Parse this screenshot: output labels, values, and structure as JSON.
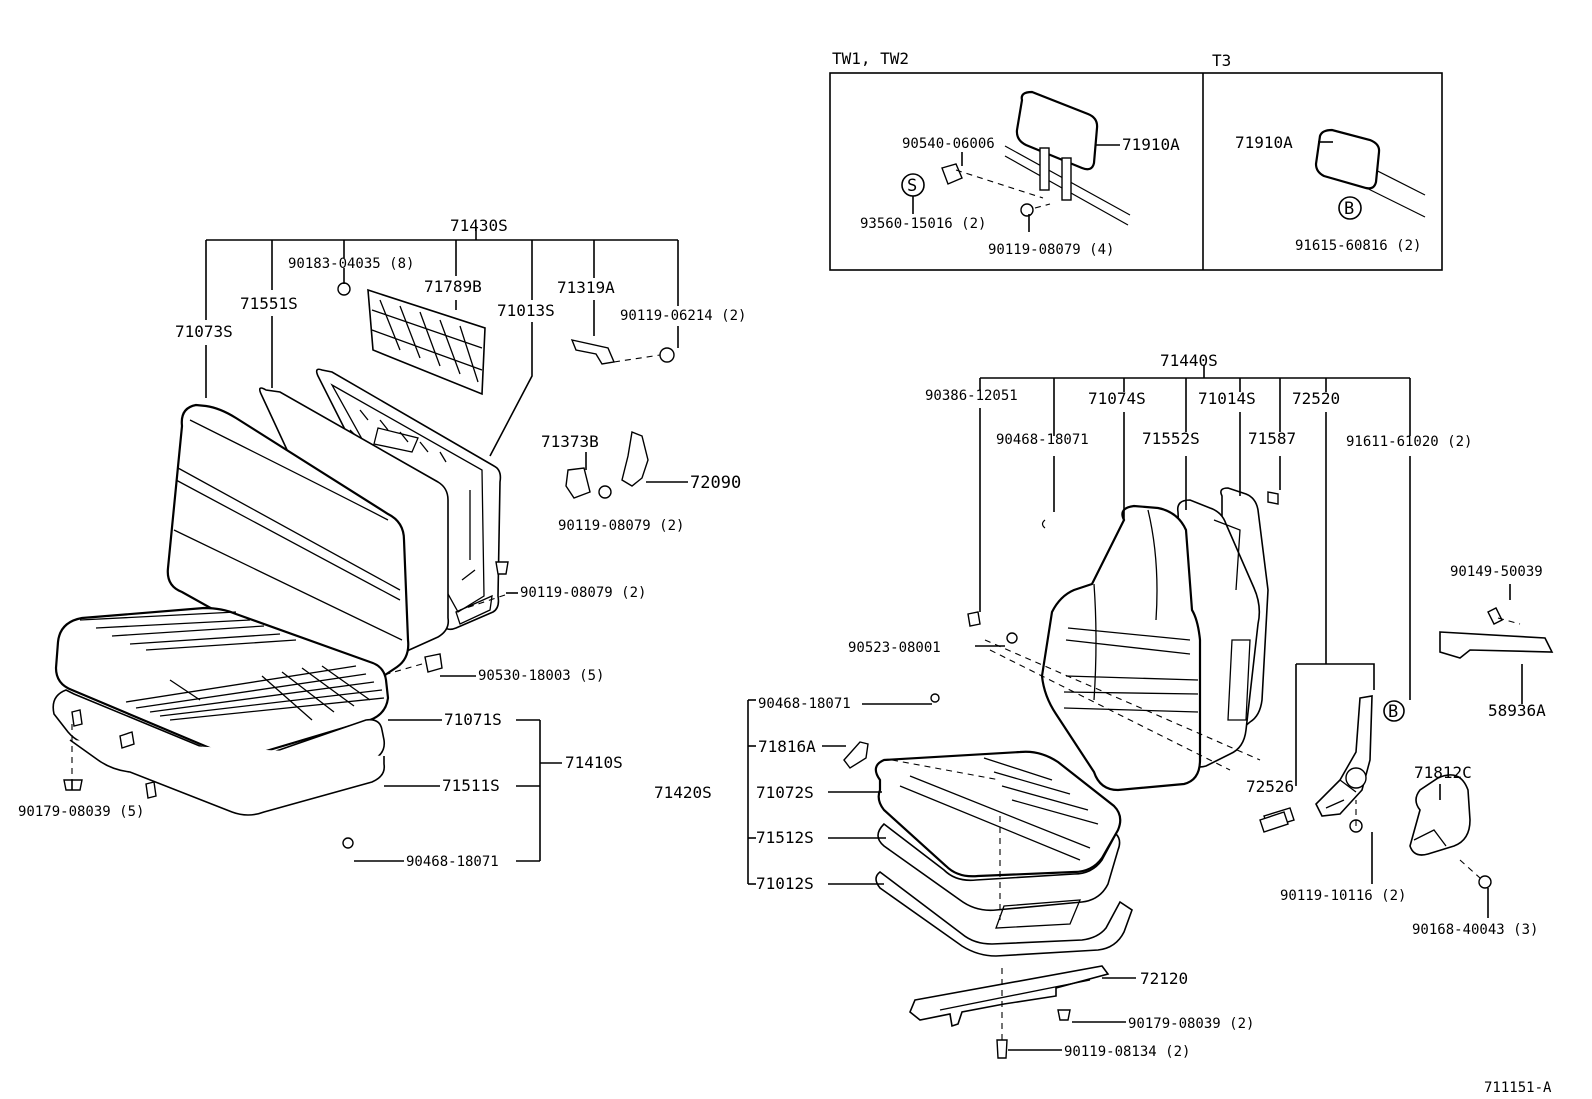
{
  "diagram": {
    "frames": [
      {
        "label": "TW1, TW2"
      },
      {
        "label": "T3"
      }
    ],
    "callouts": [
      "71430S",
      "71073S",
      "71551S",
      "90183-04035 (8)",
      "71789B",
      "71013S",
      "71319A",
      "90119-06214 (2)",
      "71373B",
      "72090",
      "90119-08079 (2)",
      "90119-08079 (2)",
      "90530-18003 (5)",
      "71071S",
      "71410S",
      "71511S",
      "90179-08039 (5)",
      "90468-18071",
      "90540-06006",
      "71910A",
      "93560-15016 (2)",
      "90119-08079 (4)",
      "71910A",
      "91615-60816 (2)",
      "71440S",
      "90386-12051",
      "71074S",
      "71014S",
      "72520",
      "90468-18071",
      "71552S",
      "71587",
      "91611-61020 (2)",
      "90149-50039",
      "58936A",
      "90523-08001",
      "90468-18071",
      "71816A",
      "71420S",
      "71072S",
      "71512S",
      "71012S",
      "72526",
      "71812C",
      "90119-10116 (2)",
      "90168-40043 (3)",
      "72120",
      "90179-08039 (2)",
      "90119-08134 (2)"
    ],
    "symbols": [
      "S",
      "B",
      "B"
    ],
    "figure_id": "711151-A"
  }
}
